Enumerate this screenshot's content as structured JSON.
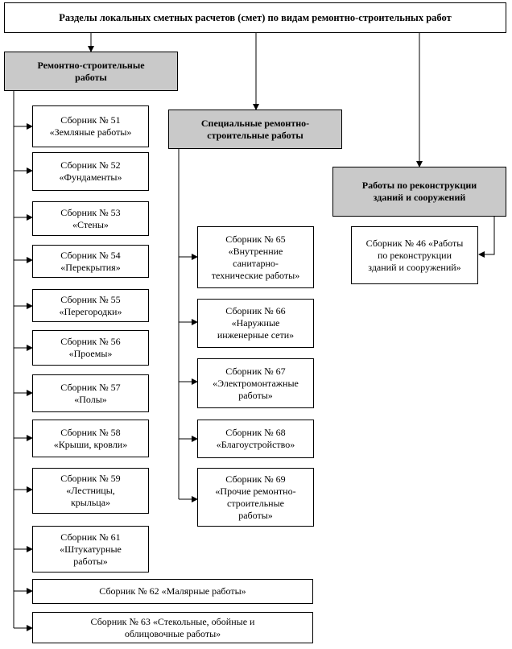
{
  "root": "Разделы локальных сметных расчетов (смет) по видам ремонтно-строительных работ",
  "categories": [
    {
      "title": "Ремонтно-строительные\nработы",
      "items": [
        "Сборник № 51\n«Земляные работы»",
        "Сборник № 52\n«Фундаменты»",
        "Сборник № 53\n«Стены»",
        "Сборник № 54\n«Перекрытия»",
        "Сборник № 55\n«Перегородки»",
        "Сборник № 56\n«Проемы»",
        "Сборник № 57\n«Полы»",
        "Сборник № 58\n«Крыши, кровли»",
        "Сборник № 59\n«Лестницы,\nкрыльца»",
        "Сборник № 61\n«Штукатурные\nработы»",
        "Сборник № 62 «Малярные работы»",
        "Сборник № 63 «Стекольные, обойные и\nоблицовочные работы»"
      ]
    },
    {
      "title": "Специальные ремонтно-\nстроительные работы",
      "items": [
        "Сборник № 65\n«Внутренние\nсанитарно-\nтехнические работы»",
        "Сборник № 66\n«Наружные\nинженерные сети»",
        "Сборник № 67\n«Электромонтажные\nработы»",
        "Сборник № 68\n«Благоустройство»",
        "Сборник № 69\n«Прочие ремонтно-\nстроительные\nработы»"
      ]
    },
    {
      "title": "Работы по реконструкции\nзданий и сооружений",
      "items": [
        "Сборник № 46 «Работы\nпо реконструкции\nзданий и сооружений»"
      ]
    }
  ]
}
